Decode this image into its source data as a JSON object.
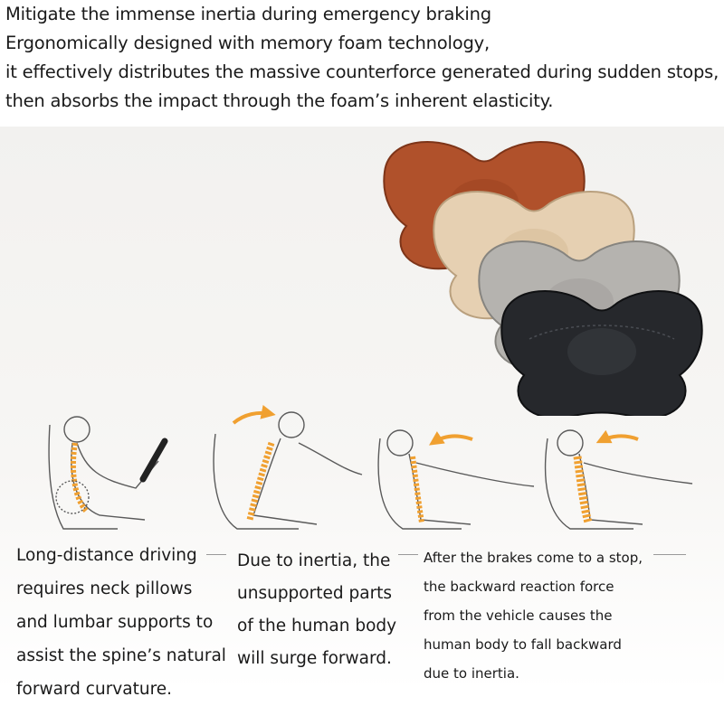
{
  "headline": {
    "lines": [
      "Mitigate the immense inertia during emergency braking",
      "Ergonomically designed with memory foam technology,",
      "it effectively distributes the massive counterforce generated during sudden stops,",
      "then absorbs the impact through the foam’s inherent elasticity."
    ]
  },
  "product": {
    "pillow_colors": [
      {
        "name": "brown",
        "color": "#b0512b"
      },
      {
        "name": "beige",
        "color": "#e6d0b2"
      },
      {
        "name": "gray",
        "color": "#b5b3af"
      },
      {
        "name": "black",
        "color": "#26282c"
      }
    ]
  },
  "accent_color": "#f0a030",
  "captions": [
    {
      "lines": [
        "Long-distance driving",
        "requires neck pillows",
        "and lumbar supports to",
        "assist the spine’s natural",
        "forward curvature."
      ]
    },
    {
      "lines": [
        "Due to inertia, the",
        "unsupported parts",
        "of the human body",
        "will surge forward."
      ]
    },
    {
      "lines": [
        "After the brakes come to a stop,",
        "the backward reaction force",
        "from the vehicle causes the",
        "human body to fall backward",
        "due to inertia."
      ]
    }
  ]
}
